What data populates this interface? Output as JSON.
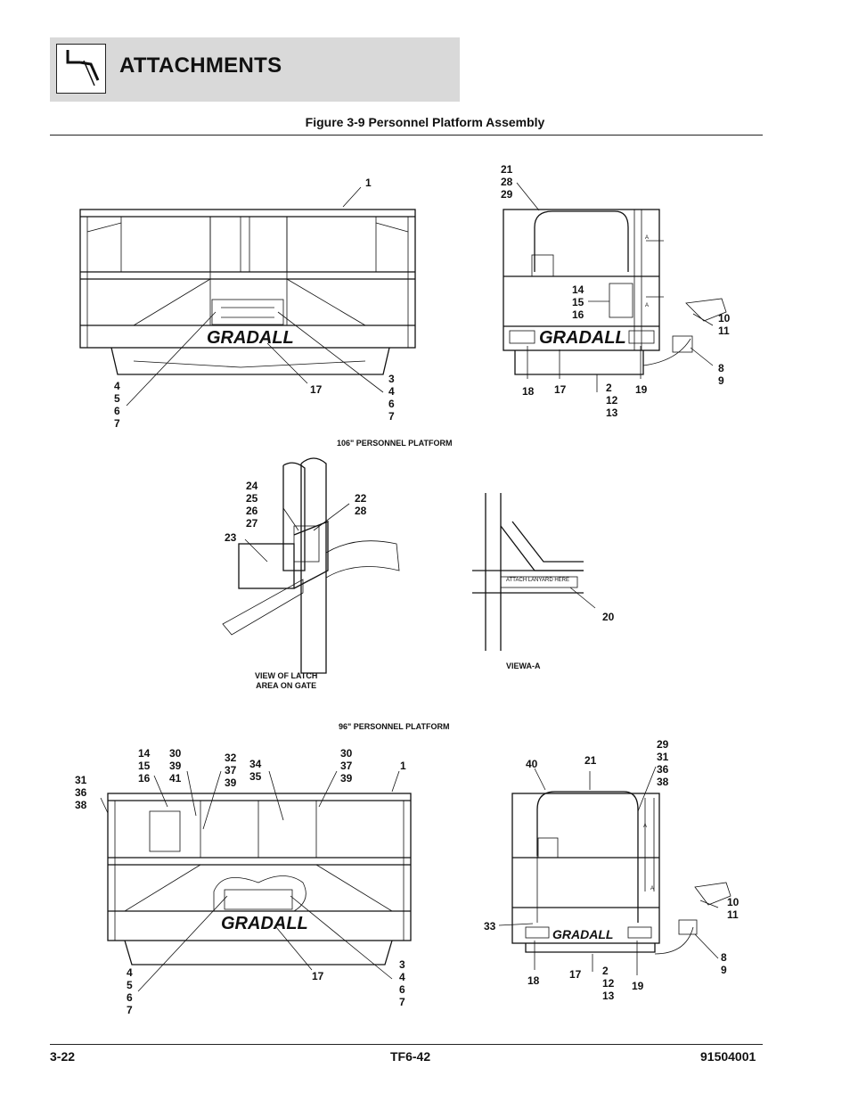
{
  "header": {
    "title": "ATTACHMENTS",
    "icon": "boom-arm-icon"
  },
  "figure": {
    "title": "Figure 3-9 Personnel Platform Assembly"
  },
  "labels": {
    "platform_106": "106\" PERSONNEL PLATFORM",
    "platform_96": "96\" PERSONNEL PLATFORM",
    "latch_view": "VIEW OF LATCH\nAREA ON GATE",
    "view_a": "VIEWA-A",
    "lanyard": "ATTACH LANYARD HERE",
    "brand": "GRADALL",
    "section_marker": "A"
  },
  "callouts": {
    "p106_front": [
      "1",
      "4\n5\n6\n7",
      "17",
      "3\n4\n6\n7"
    ],
    "p106_side": [
      "21\n28\n29",
      "14\n15\n16",
      "10\n11",
      "8\n9",
      "18",
      "17",
      "2\n12\n13",
      "19"
    ],
    "latch": [
      "24\n25\n26\n27",
      "22\n28",
      "23"
    ],
    "view_a": [
      "20"
    ],
    "p96_front": [
      "14\n15\n16",
      "31\n36\n38",
      "30\n39\n41",
      "32\n37\n39",
      "34\n35",
      "30\n37\n39",
      "1",
      "4\n5\n6\n7",
      "17",
      "3\n4\n6\n7"
    ],
    "p96_side": [
      "40",
      "21",
      "29\n31\n36\n38",
      "33",
      "10\n11",
      "8\n9",
      "18",
      "17",
      "2\n12\n13",
      "19"
    ]
  },
  "footer": {
    "page": "3-22",
    "model": "TF6-42",
    "doc_number": "91504001"
  }
}
